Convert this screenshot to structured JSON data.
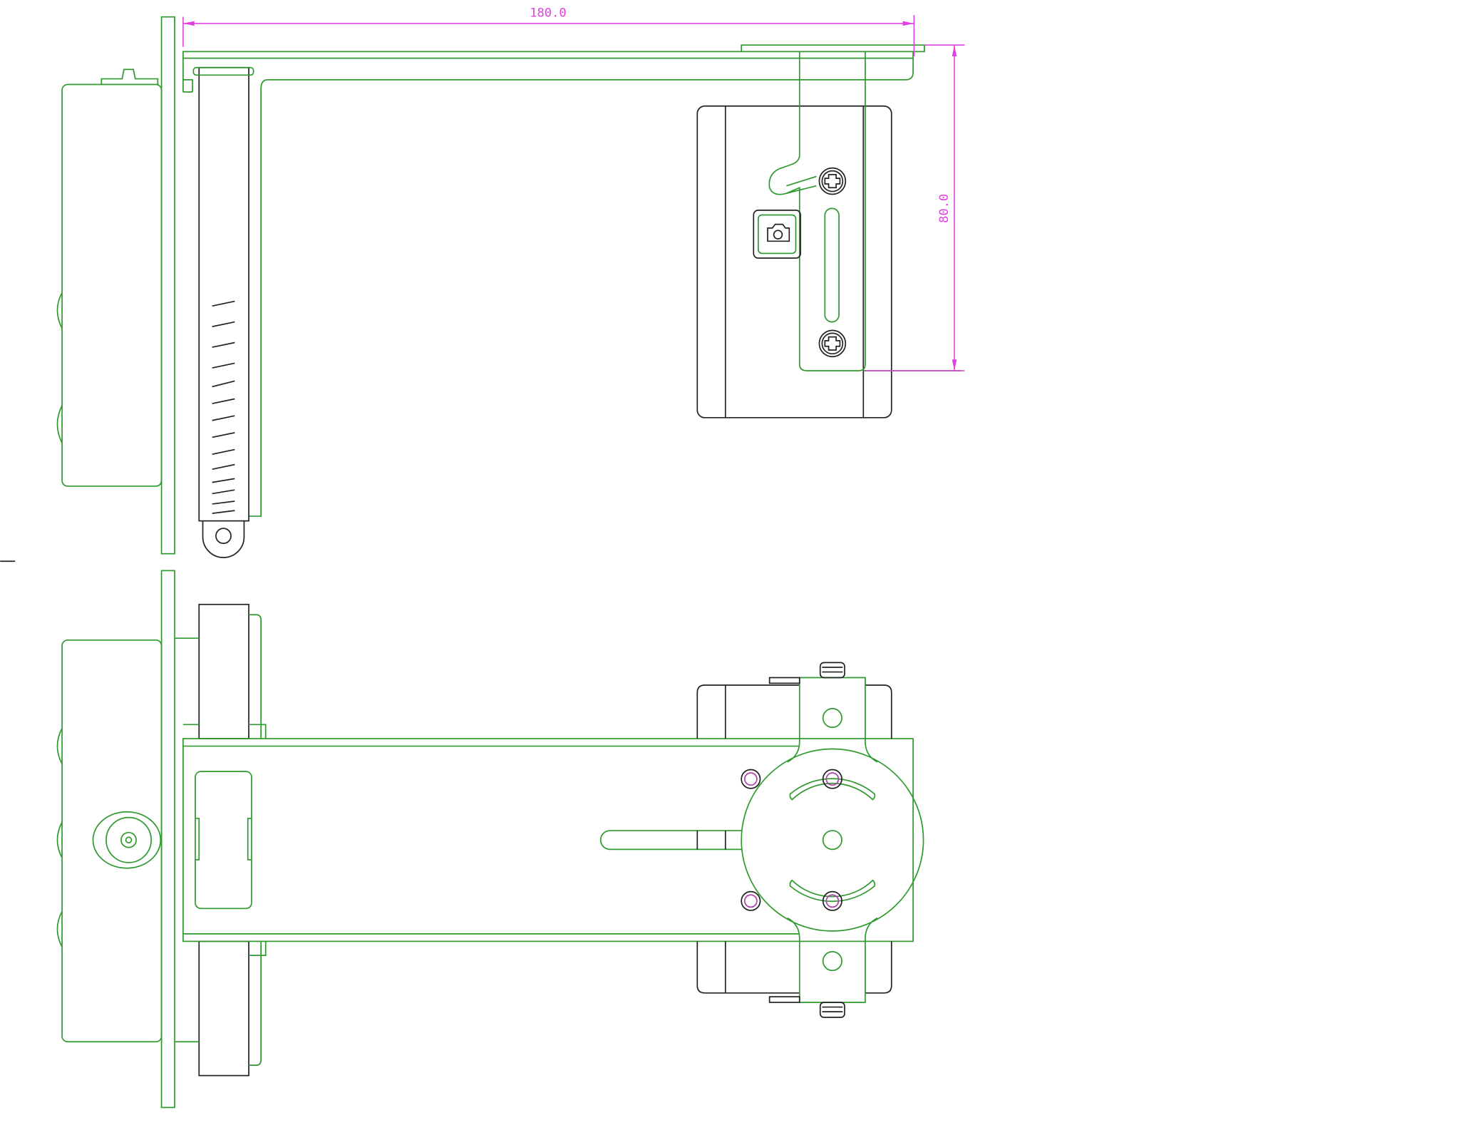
{
  "drawing": {
    "views": [
      "side-view",
      "top-view"
    ],
    "dimensions": {
      "width_label": "180.0",
      "height_label": "80.0"
    },
    "colors": {
      "part_lines": "#2f9a2f",
      "hidden_edges": "#222222",
      "dimension": "#e040e0"
    },
    "icons": [
      "camera-icon"
    ]
  }
}
